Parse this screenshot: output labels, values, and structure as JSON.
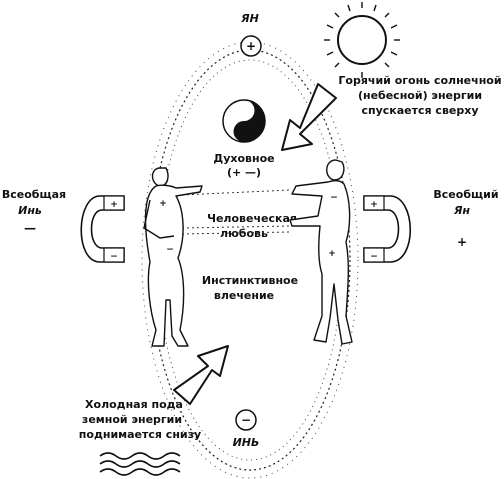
{
  "top_pole": {
    "label": "ЯН",
    "sign": "+"
  },
  "bottom_pole": {
    "label": "ИНЬ",
    "sign": "−"
  },
  "sun_caption": [
    "Горячий огонь солнечной",
    "(небесной) энергии",
    "спускается сверху"
  ],
  "water_caption": [
    "Холодная пода",
    "земной энергии",
    "поднимается снизу"
  ],
  "center_labels": {
    "spiritual": "Духовное",
    "spiritual_signs": "(+ —)",
    "human_love": [
      "Человеческая",
      "любовь"
    ],
    "instinct": [
      "Инстинктивное",
      "влечение"
    ]
  },
  "left_side": {
    "label1": "Всеобщая",
    "label2": "Инь",
    "sign": "—"
  },
  "right_side": {
    "label1": "Всеобщий",
    "label2": "Ян",
    "sign": "+"
  },
  "magnet_signs": {
    "left_top": "+",
    "left_bottom": "−",
    "right_top": "+",
    "right_bottom": "−"
  },
  "figure_marks": {
    "woman_chest": "+",
    "woman_groin": "−",
    "man_chest": "−",
    "man_groin": "+"
  },
  "icons": [
    "sun-icon",
    "yin-yang-icon",
    "magnet-icon",
    "water-waves-icon",
    "arrow-icon"
  ]
}
